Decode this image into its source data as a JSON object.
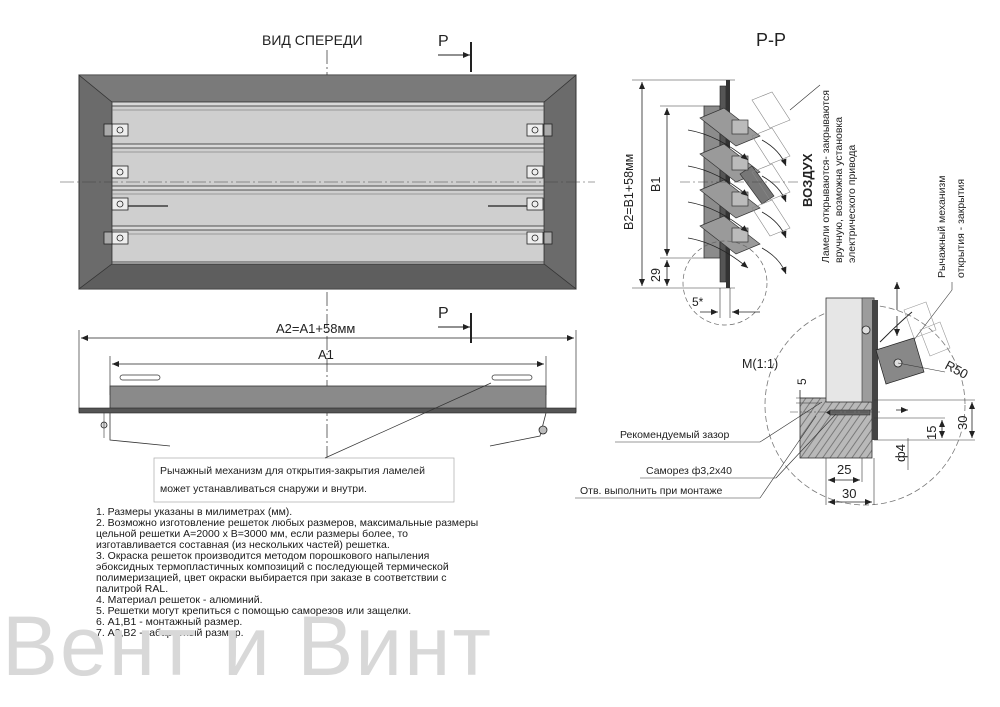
{
  "front_view": {
    "title": "ВИД СПЕРЕДИ",
    "section_mark_top": "P",
    "section_mark_bottom": "P"
  },
  "dimensions": {
    "a2": "А2=А1+58мм",
    "a1": "А1",
    "b2": "В2=В1+58мм",
    "b1": "В1",
    "d29": "29",
    "d5star": "5*"
  },
  "section": {
    "title": "Р-Р",
    "airflow": "ВОЗДУХ",
    "lamella_note": [
      "Ламели открываются- закрываются",
      "вручную, возможна установка",
      "электрического привода"
    ],
    "lever_note": [
      "Рычажный механизм",
      "открытия - закрытия"
    ]
  },
  "detail": {
    "title": "М(1:1)",
    "r50": "R50",
    "d5": "5",
    "d30_right": "30",
    "d15": "15",
    "phi4": "ф4",
    "d25": "25",
    "d30_bottom": "30",
    "callouts": [
      "Рекомендуемый зазор",
      "Саморез ф3,2х40",
      "Отв. выполнить при монтаже"
    ]
  },
  "plan_note": [
    "Рычажный механизм для открытия-закрытия ламелей",
    "может устанавливаться снаружи и внутри."
  ],
  "notes": [
    "1.  Размеры указаны в милиметрах (мм).",
    "2.  Возможно изготовление решеток любых размеров, максимальные размеры\nцельной решетки А=2000 х В=3000 мм, если размеры более, то\nизготавливается  составная (из нескольких частей) решетка.",
    "3.  Окраска решеток производится методом порошкового напыления\nэбоксидных термопластичных композиций с последующей термической\nполимеризацией, цвет окраски выбирается при заказе в соответствии с\nпалитрой RAL.",
    "4.  Материал решеток - алюминий.",
    "5.  Решетки могут крепиться с помощью саморезов или защелки.",
    "6.  А1,В1 - монтажный размер.",
    "7.  А2,В2 - габаритный размер."
  ],
  "watermark": "Вент и Винт"
}
